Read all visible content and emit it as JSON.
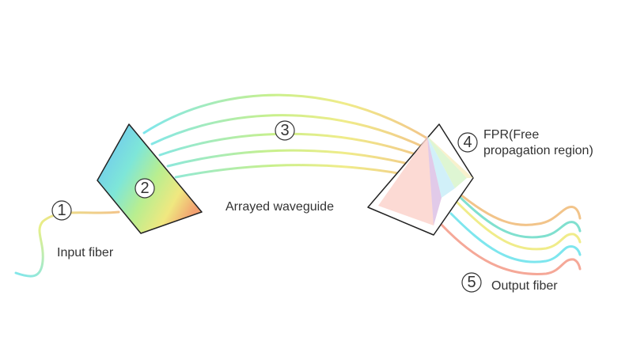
{
  "diagram": {
    "markers": [
      {
        "number": "1",
        "label": "Input fiber"
      },
      {
        "number": "2",
        "label": ""
      },
      {
        "number": "3",
        "label": "Arrayed waveguide"
      },
      {
        "number": "4",
        "label_line1": "FPR(Free",
        "label_line2": "propagation region)"
      },
      {
        "number": "5",
        "label": "Output fiber"
      }
    ],
    "colors": {
      "input_fiber_start": "#7ee6ee",
      "input_fiber_end": "#f2c48a",
      "waveguide_start": "#7ee6ee",
      "waveguide_mid": "#f0ec8a",
      "waveguide_end": "#f2c48a",
      "output_fibers": [
        "#f2c48a",
        "#80e0cf",
        "#f0ec8a",
        "#7ee6ee",
        "#f5a898"
      ],
      "fpr_fan": "#fbd4cc",
      "outline": "#222222"
    },
    "waveguide_count": 5,
    "output_fiber_count": 5
  }
}
